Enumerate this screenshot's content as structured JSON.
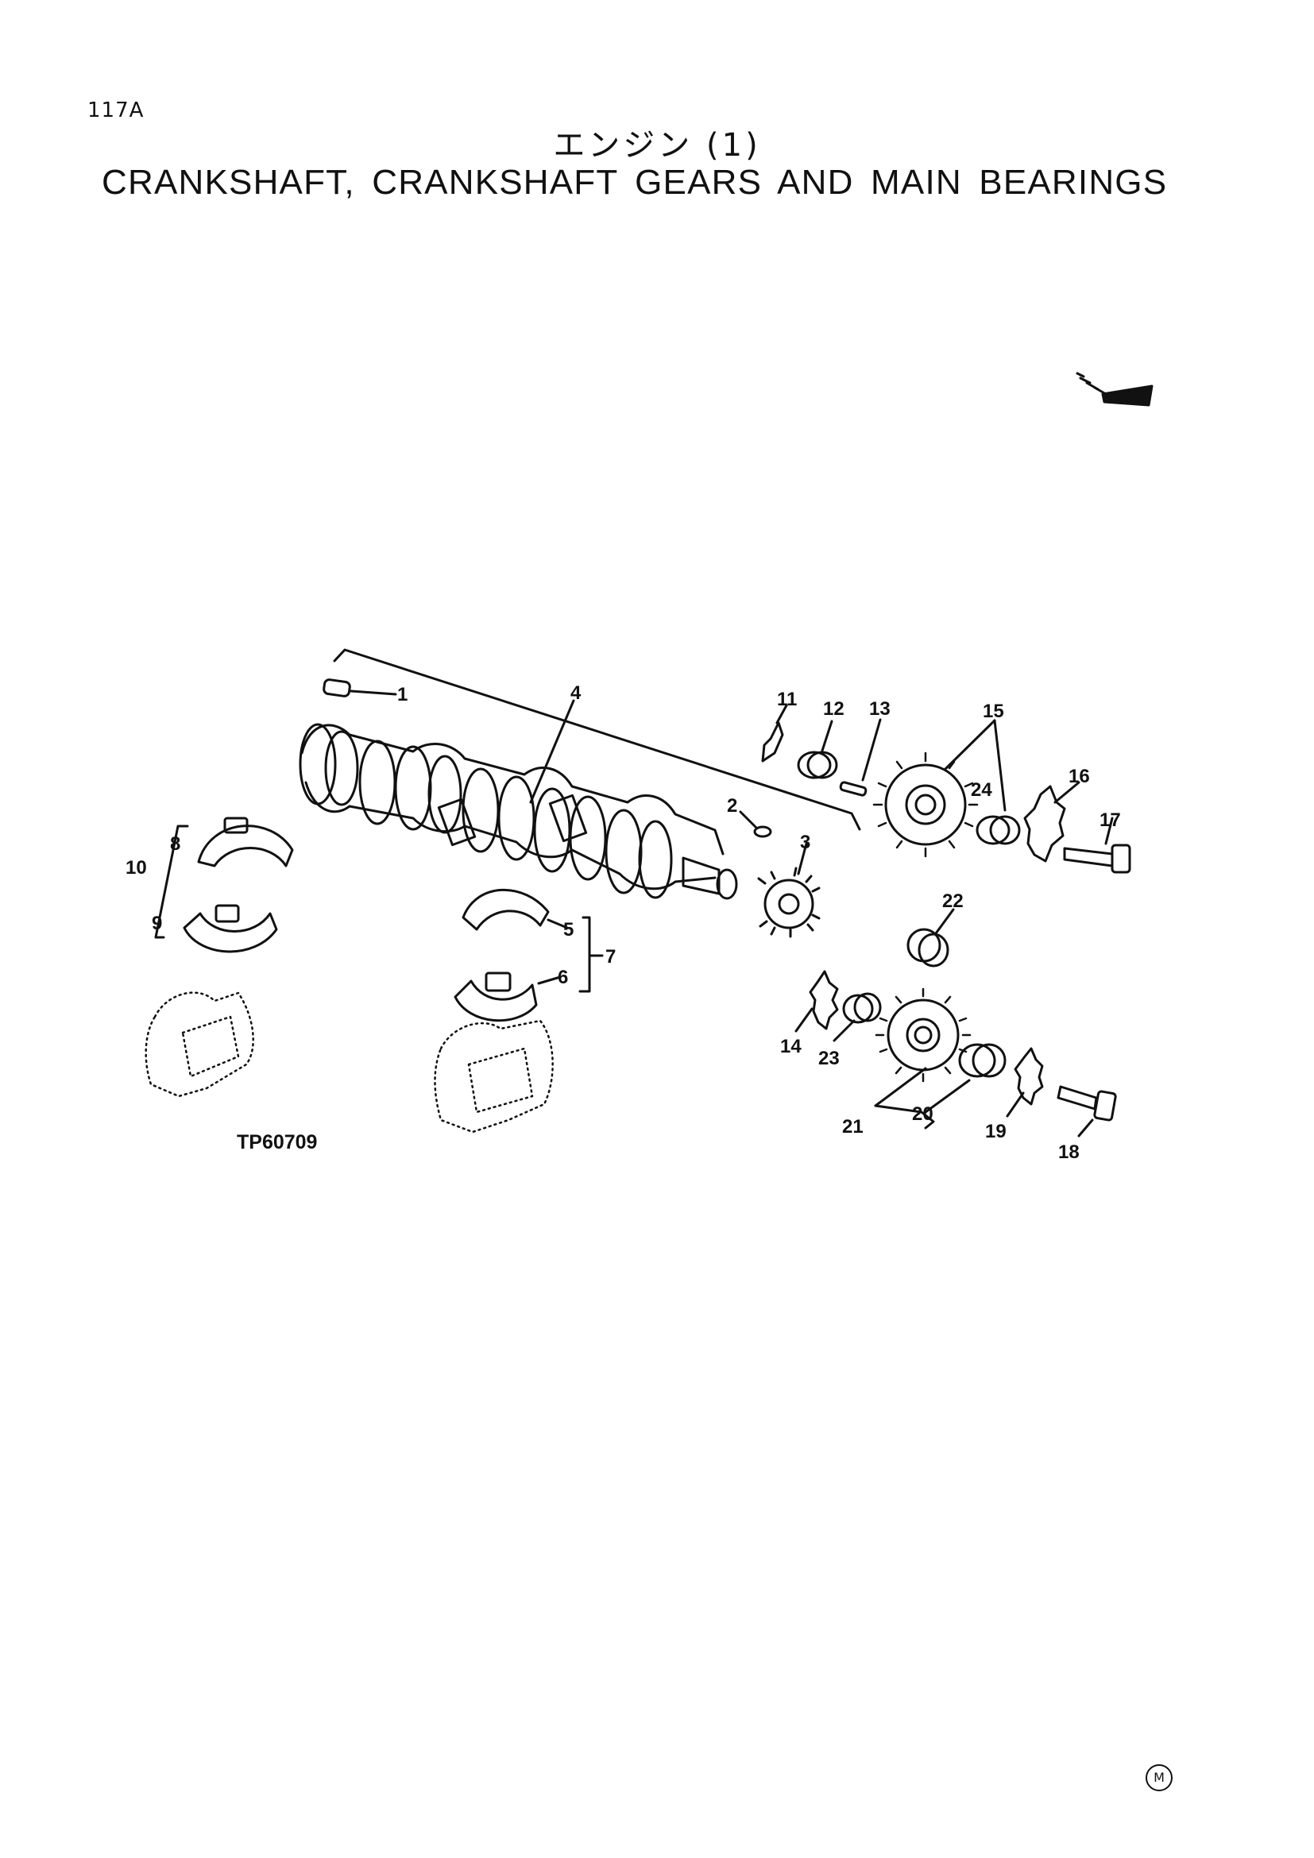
{
  "page": {
    "number": "117A",
    "title_jp": "エンジン (1)",
    "title_en": "CRANKSHAFT, CRANKSHAFT GEARS AND MAIN BEARINGS",
    "figure_id": "TP60709",
    "footer_mark": "M"
  },
  "callouts": {
    "c1": "1",
    "c2": "2",
    "c3": "3",
    "c4": "4",
    "c5": "5",
    "c6": "6",
    "c7": "7",
    "c8": "8",
    "c9": "9",
    "c10": "10",
    "c11": "11",
    "c12": "12",
    "c13": "13",
    "c14": "14",
    "c15": "15",
    "c16": "16",
    "c17": "17",
    "c18": "18",
    "c19": "19",
    "c20": "20",
    "c21": "21",
    "c22": "22",
    "c23": "23",
    "c24": "24"
  }
}
